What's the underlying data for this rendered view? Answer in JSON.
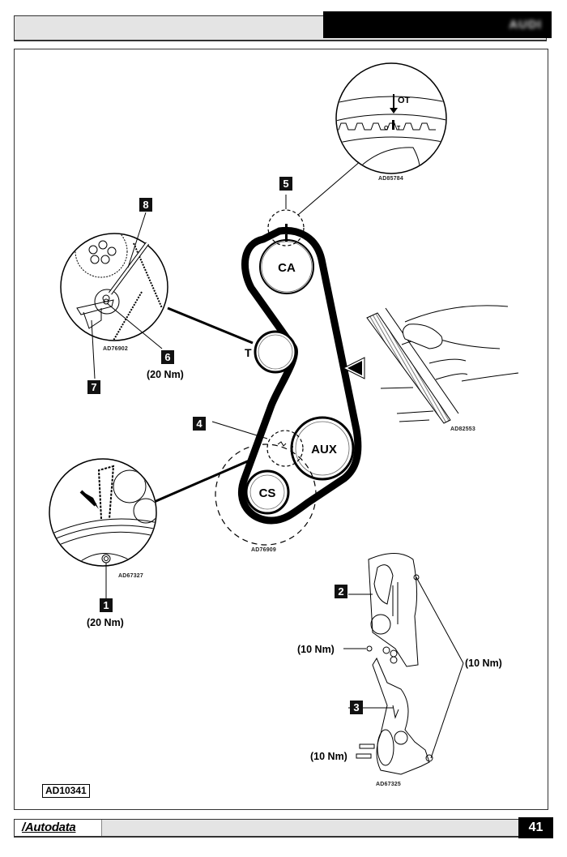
{
  "header": {
    "brand_blurred": "AUDI"
  },
  "diagram": {
    "title": "Timing belt layout",
    "reference": "AD10341",
    "pulleys": [
      {
        "id": "CA",
        "label": "CA",
        "meaning": "camshaft"
      },
      {
        "id": "T",
        "label": "T",
        "meaning": "tensioner"
      },
      {
        "id": "AUX",
        "label": "AUX",
        "meaning": "auxiliary"
      },
      {
        "id": "CS",
        "label": "CS",
        "meaning": "crankshaft"
      }
    ],
    "callouts": [
      {
        "num": "1",
        "torque": "(20 Nm)"
      },
      {
        "num": "2",
        "torque": ""
      },
      {
        "num": "3",
        "torque": ""
      },
      {
        "num": "4",
        "torque": ""
      },
      {
        "num": "5",
        "torque": ""
      },
      {
        "num": "6",
        "torque": "(20 Nm)"
      },
      {
        "num": "7",
        "torque": ""
      },
      {
        "num": "8",
        "torque": ""
      }
    ],
    "insets": {
      "camshaft_mark": {
        "code": "AD85784",
        "mark_top": "OT",
        "mark_left": "O",
        "mark_right": "T"
      },
      "tensioner": {
        "code": "AD76902"
      },
      "crank_mark": {
        "code": "AD67327"
      },
      "belt_direction": {
        "code": "AD82553"
      },
      "crank_detail": {
        "code": "AD76909"
      },
      "covers": {
        "code": "AD67325"
      }
    },
    "cover_torques": {
      "upper_left": "(10 Nm)",
      "right": "(10 Nm)",
      "lower_left": "(10 Nm)"
    }
  },
  "footer": {
    "logo": "/Autodata",
    "page_number": "41"
  }
}
